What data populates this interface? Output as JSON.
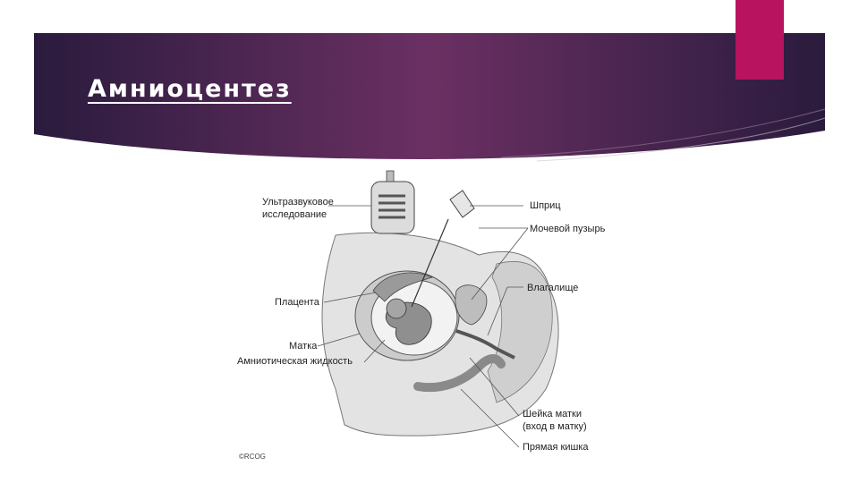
{
  "slide": {
    "title": "Амниоцентез",
    "accent_color": "#b8135f",
    "header_gradient": [
      "#2a1b3d",
      "#6b3063",
      "#2a1b3d"
    ]
  },
  "diagram": {
    "labels": {
      "ultrasound_line1": "Ультразвуковое",
      "ultrasound_line2": "исследование",
      "syringe": "Шприц",
      "bladder": "Мочевой пузырь",
      "vagina": "Влагалище",
      "placenta": "Плацента",
      "uterus": "Матка",
      "amniotic_fluid": "Амниотическая жидкость",
      "cervix_line1": "Шейка матки",
      "cervix_line2": "(вход в матку)",
      "rectum": "Прямая кишка",
      "copyright": "©RCOG"
    }
  }
}
